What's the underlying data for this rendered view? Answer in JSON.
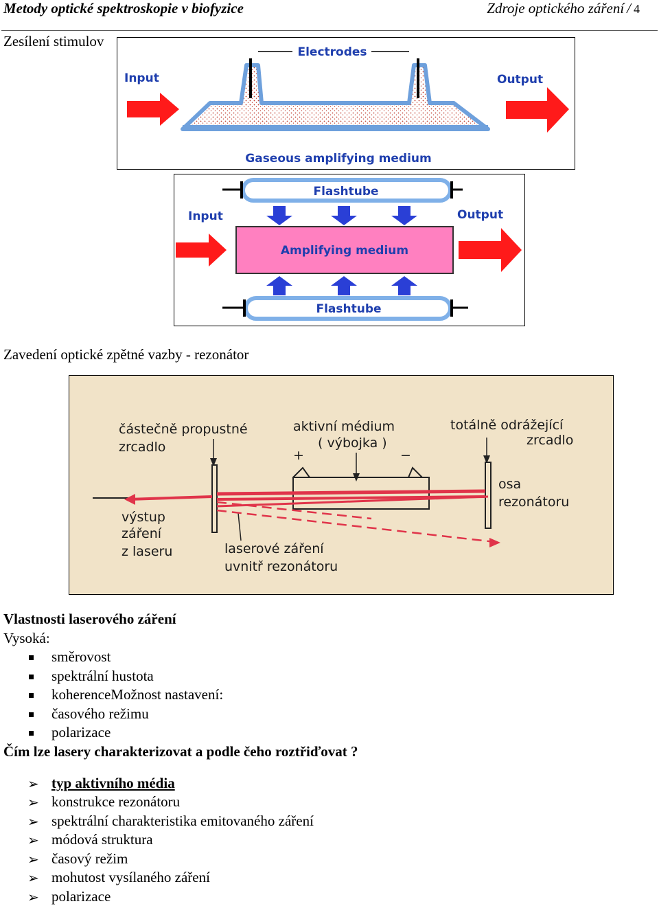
{
  "header": {
    "title": "Metody optické spektroskopie v biofyzice",
    "section": "Zdroje optického záření",
    "separator": "/",
    "page": "4"
  },
  "intro_fragment": "Zesílení stimulov",
  "figure_gas": {
    "electrodes": "Electrodes",
    "input": "Input",
    "output": "Output",
    "medium": "Gaseous amplifying medium"
  },
  "figure_flash": {
    "flashtube_top": "Flashtube",
    "flashtube_bottom": "Flashtube",
    "input": "Input",
    "output": "Output",
    "medium": "Amplifying medium"
  },
  "section_resonator": "Zavedení optické zpětné vazby - rezonátor",
  "figure_resonator": {
    "partial_mirror_1": "částečně  propustné",
    "partial_mirror_2": "zrcadlo",
    "active_medium_1": "aktivní  médium",
    "active_medium_2": "( výbojka )",
    "plus": "+",
    "minus": "−",
    "total_mirror_1": "totálně  odrážející",
    "total_mirror_2": "zrcadlo",
    "axis_1": "osa",
    "axis_2": "rezonátoru",
    "output_1": "výstup",
    "output_2": "záření",
    "output_3": "z laseru",
    "inside_1": "laserové  záření",
    "inside_2": "uvnitř  rezonátoru"
  },
  "properties": {
    "heading": "Vlastnosti laserového záření",
    "high_label": "Vysoká:",
    "items": [
      "směrovost",
      "spektrální hustota",
      "koherenceMožnost nastavení:",
      "časového režimu",
      "polarizace"
    ]
  },
  "question": "Čím lze lasery charakterizovat a podle čeho roztřiďovat ?",
  "criteria": [
    "typ aktivního média",
    "konstrukce rezonátoru",
    "spektrální charakteristika emitovaného záření",
    "módová struktura",
    "časový režim",
    "mohutost vysílaného záření",
    "polarizace"
  ],
  "colors": {
    "arrow_red": "#ff1a1a",
    "arrow_blue": "#2a3fd6",
    "medium_pink": "#ff80c0",
    "label_blue": "#1f3fae",
    "tube_blue": "#7fb0e8",
    "beam_red": "#e0344a"
  }
}
